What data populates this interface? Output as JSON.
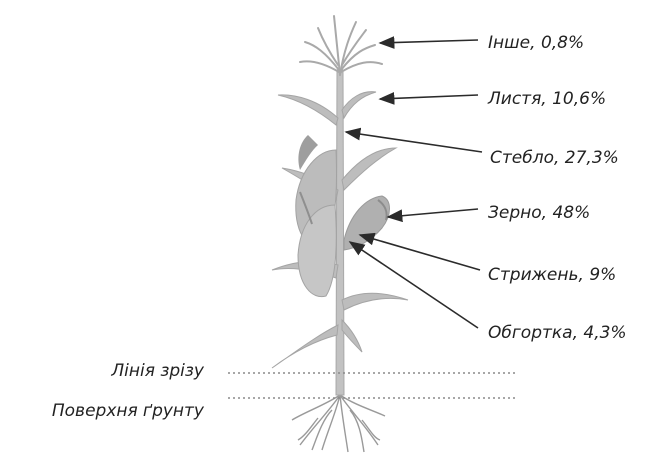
{
  "labels": {
    "other": "Інше, 0,8%",
    "leaves": "Листя, 10,6%",
    "stem": "Стебло, 27,3%",
    "grain": "Зерно, 48%",
    "cob": "Стрижень, 9%",
    "husk": "Обгортка, 4,3%",
    "cut_line": "Лінія зрізу",
    "ground": "Поверхня ґрунту"
  },
  "colors": {
    "plant": "#bdbdbd",
    "plant_dark": "#9a9a9a",
    "arrow": "#2b2b2b",
    "text": "#222222"
  }
}
